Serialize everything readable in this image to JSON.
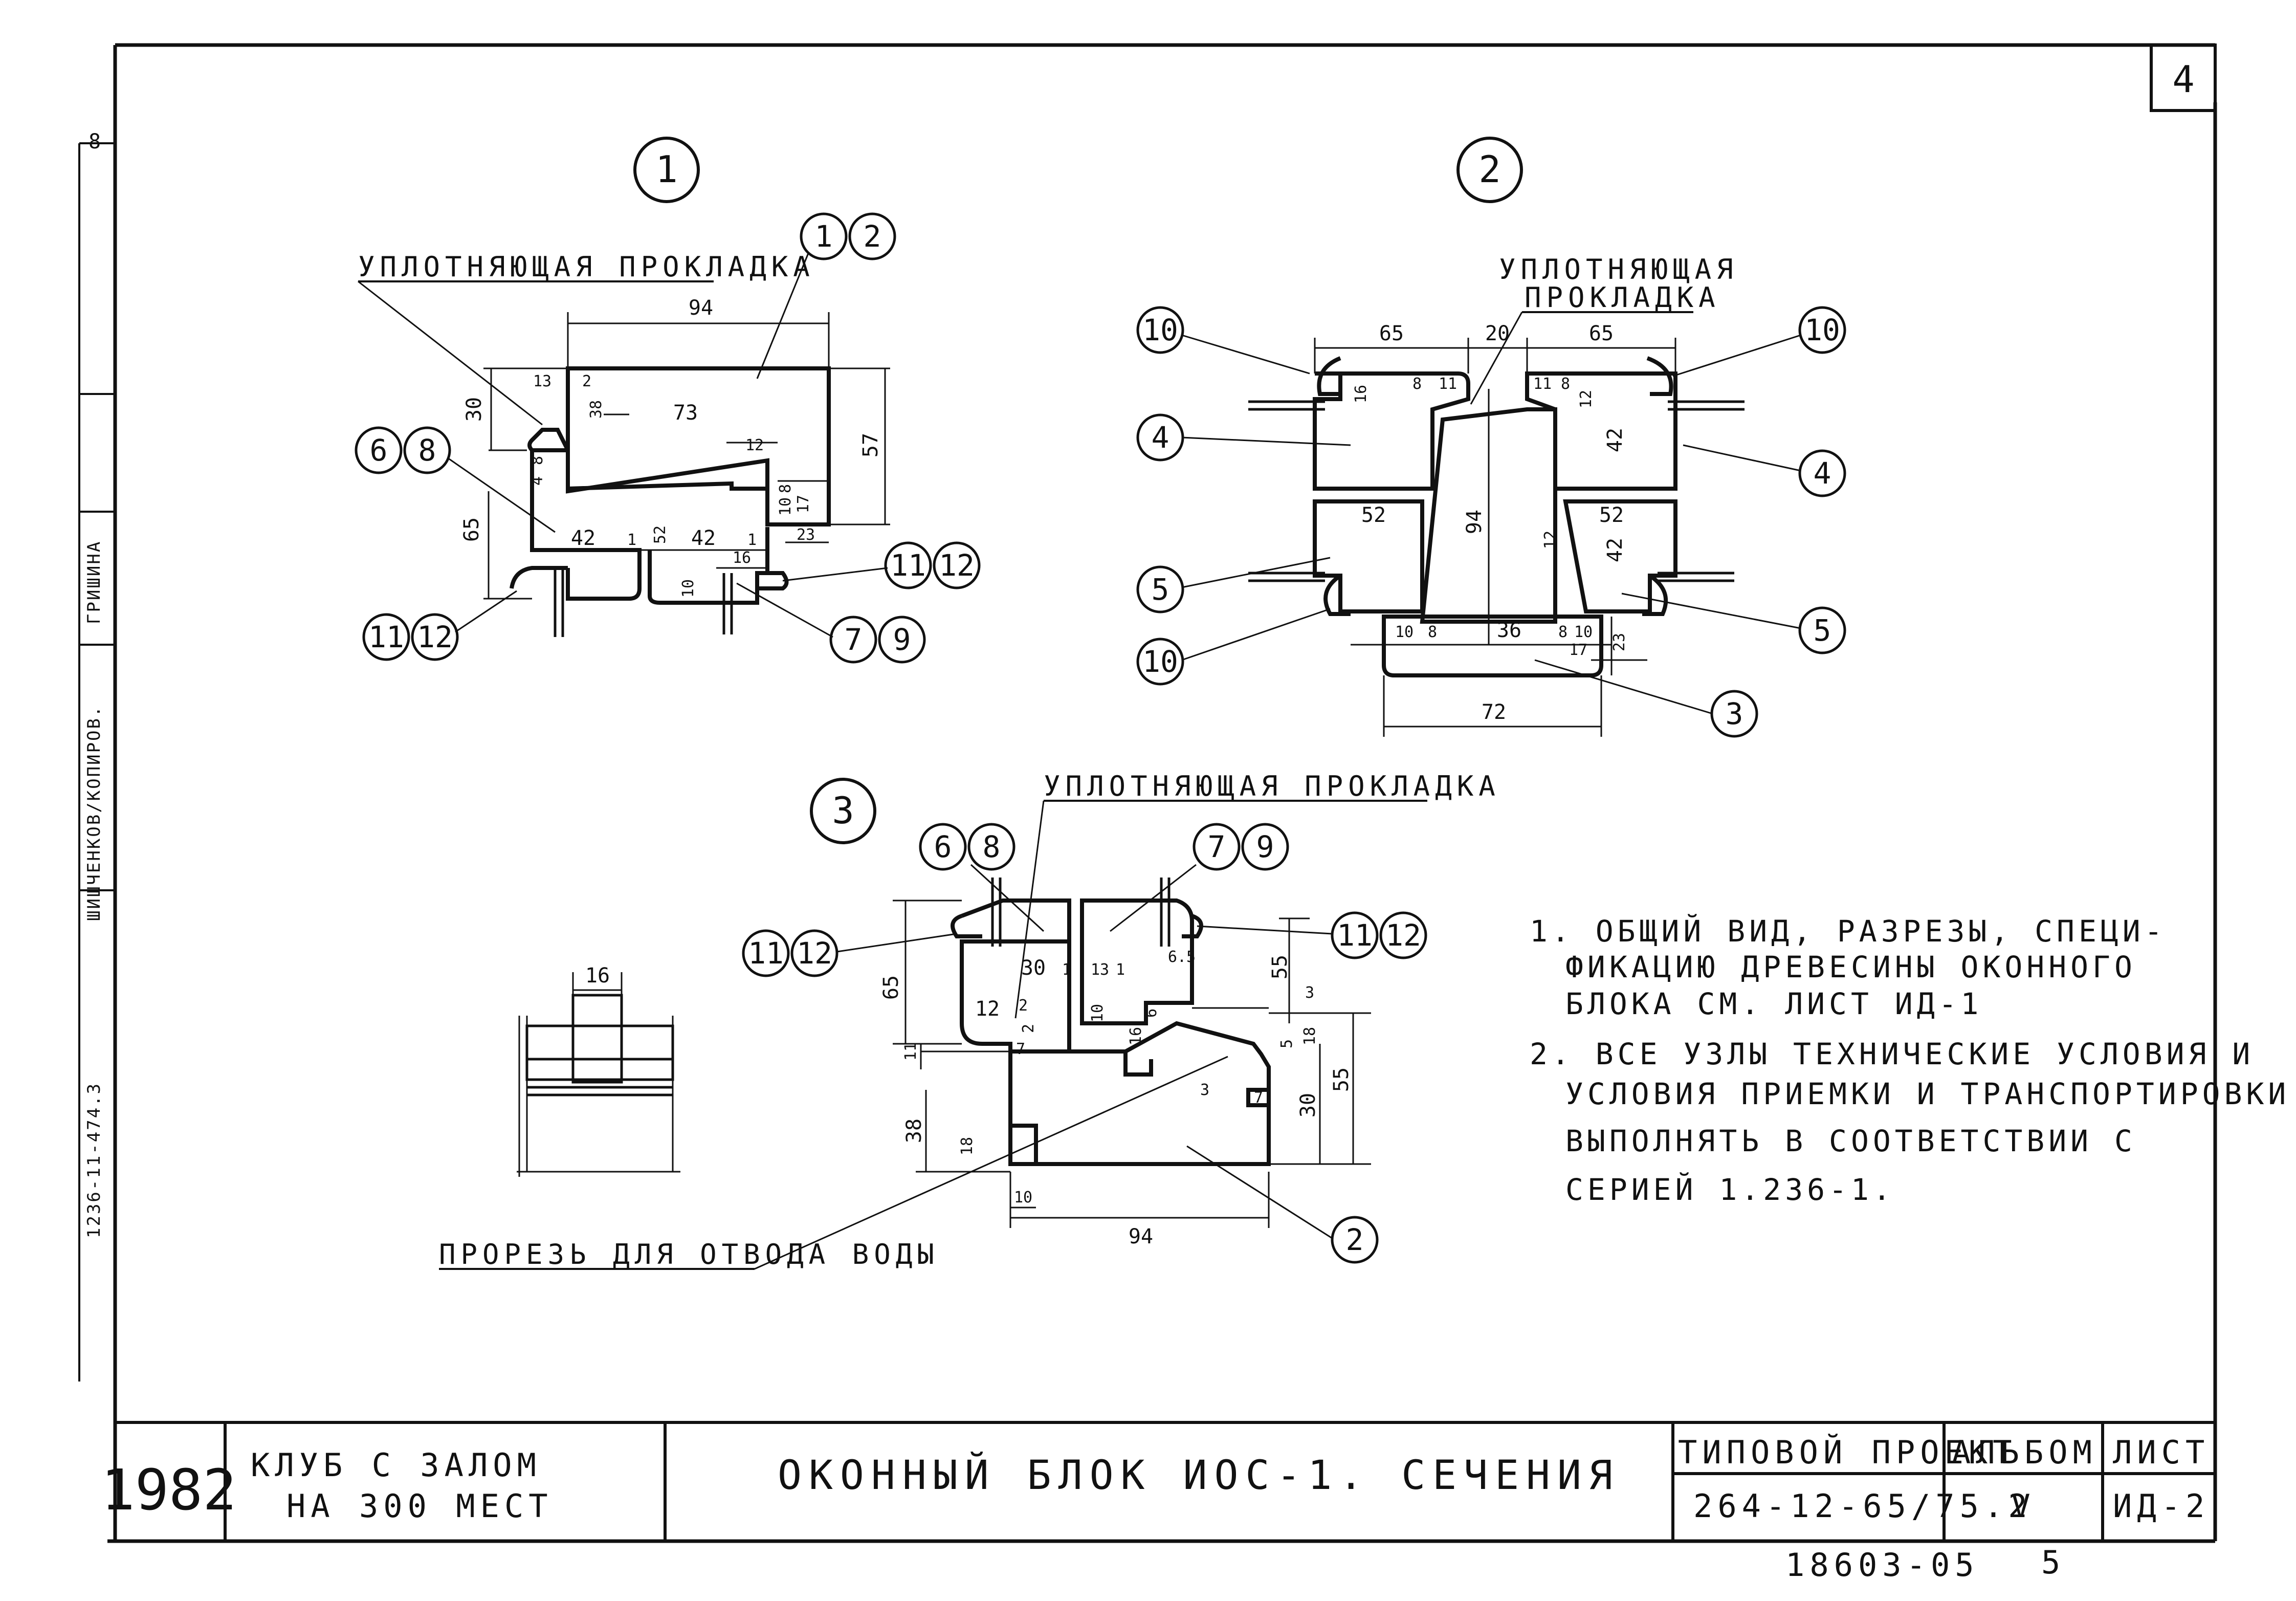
{
  "sheet": {
    "corner_number": "4",
    "sheet_footer_code": "18603-05",
    "sheet_footer_page": "5"
  },
  "section1": {
    "number": "1",
    "gasket_label": "УПЛОТНЯЮЩАЯ ПРОКЛАДКА",
    "callouts": [
      "1",
      "2",
      "6",
      "8",
      "11",
      "12",
      "11",
      "12",
      "7",
      "9"
    ],
    "dims": [
      "94",
      "13",
      "2",
      "38",
      "30",
      "73",
      "12",
      "57",
      "8",
      "4",
      "10",
      "8",
      "17",
      "65",
      "42",
      "1",
      "52",
      "42",
      "1",
      "23",
      "16",
      "10"
    ]
  },
  "section2": {
    "number": "2",
    "gasket_label_line1": "УПЛОТНЯЮЩАЯ",
    "gasket_label_line2": "ПРОКЛАДКА",
    "callouts": [
      "10",
      "10",
      "4",
      "4",
      "5",
      "5",
      "10",
      "3"
    ],
    "dims": [
      "65",
      "20",
      "65",
      "16",
      "8",
      "11",
      "11",
      "8",
      "12",
      "42",
      "52",
      "52",
      "94",
      "12",
      "42",
      "10",
      "8",
      "36",
      "8",
      "10",
      "17",
      "23",
      "72"
    ]
  },
  "section3": {
    "number": "3",
    "gasket_label": "УПЛОТНЯЮЩАЯ ПРОКЛАДКА",
    "slot_label": "ПРОРЕЗЬ ДЛЯ ОТВОДА ВОДЫ",
    "callouts": [
      "6",
      "8",
      "7",
      "9",
      "11",
      "12",
      "11",
      "12",
      "2"
    ],
    "dims": [
      "65",
      "30",
      "1",
      "13",
      "1",
      "6.5",
      "55",
      "3",
      "12",
      "2",
      "10",
      "16",
      "6",
      "18",
      "5",
      "11",
      "7",
      "2",
      "3",
      "7",
      "38",
      "18",
      "30",
      "55",
      "10",
      "94"
    ],
    "detail_dim": "16"
  },
  "notes": [
    "1. ОБЩИЙ ВИД, РАЗРЕЗЫ, СПЕЦИ-",
    "ФИКАЦИЮ ДРЕВЕСИНЫ ОКОННОГО",
    "БЛОКА СМ. ЛИСТ ИД-1",
    "2. ВСЕ УЗЛЫ ТЕХНИЧЕСКИЕ УСЛОВИЯ И",
    "УСЛОВИЯ ПРИЕМКИ И ТРАНСПОРТИРОВКИ",
    "ВЫПОЛНЯТЬ В СООТВЕТСТВИИ С",
    "СЕРИЕЙ 1.236-1."
  ],
  "title_block": {
    "year": "1982",
    "project_line1": "КЛУБ С ЗАЛОМ",
    "project_line2": "НА 300 МЕСТ",
    "drawing_title": "ОКОННЫЙ БЛОК ИОС-1. СЕЧЕНИЯ",
    "type_label": "ТИПОВОЙ ПРОЕКТ",
    "type_value": "264-12-65/75.2",
    "album_label": "АЛЬБОМ",
    "album_value": "V",
    "sheet_label": "ЛИСТ",
    "sheet_value": "ИД-2"
  },
  "side_strip": {
    "text1": "1236-11-474.3",
    "text2": "ШИШЧЕНКОВ/КОПИРОВ.",
    "text3": "ГРИШИНА",
    "mark": "8"
  }
}
